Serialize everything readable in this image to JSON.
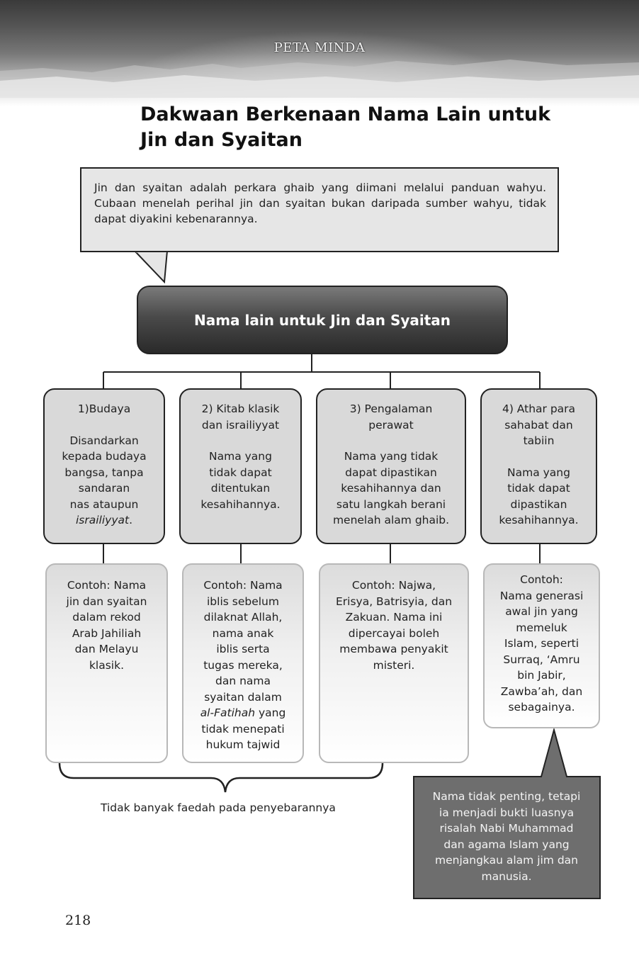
{
  "header": {
    "section_title": "PETA MINDA"
  },
  "page_title": {
    "line1": "Dakwaan Berkenaan Nama Lain untuk",
    "line2": "Jin dan Syaitan"
  },
  "top_callout": {
    "text": "Jin dan syaitan adalah perkara ghaib yang diimani melalui panduan wahyu. Cubaan menelah perihal jin dan syaitan bukan daripada sumber wahyu, tidak dapat diyakini kebenarannya."
  },
  "central_node": {
    "label": "Nama lain untuk Jin dan Syaitan"
  },
  "categories": [
    {
      "title_lines": [
        "1)Budaya"
      ],
      "desc_lines": [
        "Disandarkan",
        "kepada budaya",
        "bangsa, tanpa",
        "sandaran",
        "nas ataupun"
      ],
      "desc_italic": "israiliyyat",
      "desc_tail": "."
    },
    {
      "title_lines": [
        "2) Kitab klasik",
        "dan israiliyyat"
      ],
      "desc_lines": [
        "Nama yang",
        "tidak dapat",
        "ditentukan",
        "kesahihannya."
      ]
    },
    {
      "title_lines": [
        "3) Pengalaman",
        "perawat"
      ],
      "desc_lines": [
        "Nama yang tidak",
        "dapat dipastikan",
        "kesahihannya dan",
        "satu langkah berani",
        "menelah alam ghaib."
      ]
    },
    {
      "title_lines": [
        "4) Athar para",
        "sahabat dan",
        "tabiin"
      ],
      "desc_lines": [
        "Nama yang",
        "tidak dapat",
        "dipastikan",
        "kesahihannya."
      ]
    }
  ],
  "examples": [
    {
      "lines": [
        "Contoh: Nama",
        "jin dan syaitan",
        "dalam rekod",
        "Arab Jahiliah",
        "dan Melayu",
        "klasik."
      ]
    },
    {
      "lines_before": [
        "Contoh: Nama",
        "iblis sebelum",
        "dilaknat Allah,",
        "nama anak",
        "iblis serta",
        "tugas mereka,",
        "dan nama",
        "syaitan dalam"
      ],
      "italic": "al-Fatihah",
      "italic_tail": " yang",
      "lines_after": [
        "tidak menepati",
        "hukum tajwid"
      ]
    },
    {
      "lines": [
        "Contoh: Najwa,",
        "Erisya, Batrisyia, dan",
        "Zakuan. Nama ini",
        "dipercayai boleh",
        "membawa penyakit",
        "misteri."
      ]
    },
    {
      "lines": [
        "Contoh:",
        "Nama generasi",
        "awal jin yang",
        "memeluk",
        "Islam, seperti",
        "Surraq, ‘Amru",
        "bin Jabir,",
        "Zawba’ah, dan",
        "sebagainya."
      ]
    }
  ],
  "brace_label": "Tidak banyak faedah pada penyebarannya",
  "bottom_callout": {
    "lines": [
      "Nama tidak penting, tetapi",
      "ia menjadi bukti luasnya",
      "risalah Nabi Muhammad",
      "dan agama Islam yang",
      "menjangkau alam jim dan",
      "manusia."
    ]
  },
  "page_number": "218",
  "colors": {
    "central_node_dark": "#2a2a2a",
    "category_fill": "#d9d9d9",
    "callout_top_fill": "#e6e6e6",
    "callout_bottom_fill": "#6e6e6e"
  }
}
